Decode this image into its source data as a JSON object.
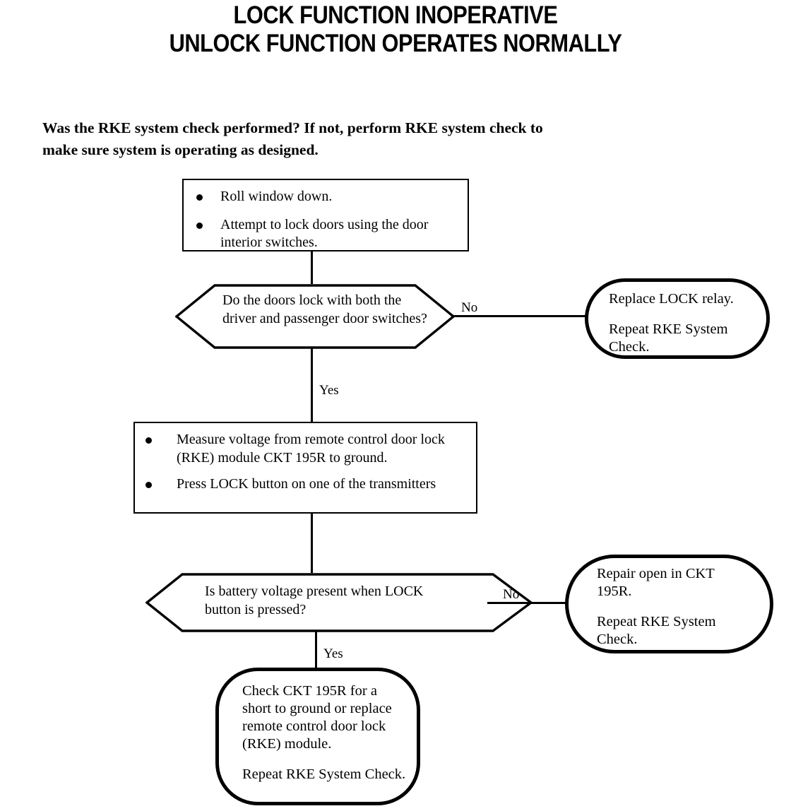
{
  "title": {
    "line1": "LOCK FUNCTION INOPERATIVE",
    "line2": "UNLOCK FUNCTION OPERATES NORMALLY"
  },
  "subtitle": "Was the RKE system check performed? If not, perform RKE system check to make sure system is operating as designed.",
  "colors": {
    "ink": "#000000",
    "paper": "#ffffff"
  },
  "chart_data": {
    "type": "flowchart",
    "title": "LOCK FUNCTION INOPERATIVE / UNLOCK FUNCTION OPERATES NORMALLY",
    "orientation": "top-down",
    "nodes": [
      {
        "id": "step1",
        "shape": "process",
        "bullets": [
          "Roll window down.",
          "Attempt to lock doors using the door interior switches."
        ]
      },
      {
        "id": "decision1",
        "shape": "hexagon",
        "text": "Do the doors lock with both the driver and passenger door switches?"
      },
      {
        "id": "terminal1",
        "shape": "terminator",
        "lines": [
          "Replace LOCK relay.",
          "Repeat RKE System Check."
        ]
      },
      {
        "id": "step2",
        "shape": "process",
        "bullets": [
          "Measure voltage from remote control door lock (RKE) module CKT 195R to ground.",
          "Press LOCK button on one of the transmitters"
        ]
      },
      {
        "id": "decision2",
        "shape": "hexagon",
        "text": "Is battery voltage present when LOCK button is pressed?"
      },
      {
        "id": "terminal2",
        "shape": "terminator",
        "lines": [
          "Repair open in CKT 195R.",
          "Repeat RKE System Check."
        ]
      },
      {
        "id": "terminal3",
        "shape": "terminator",
        "lines": [
          "Check CKT 195R for a short to ground or replace remote control door lock (RKE) module.",
          "Repeat RKE System Check."
        ]
      }
    ],
    "edges": [
      {
        "from": "step1",
        "to": "decision1",
        "label": ""
      },
      {
        "from": "decision1",
        "to": "terminal1",
        "label": "No"
      },
      {
        "from": "decision1",
        "to": "step2",
        "label": "Yes"
      },
      {
        "from": "step2",
        "to": "decision2",
        "label": ""
      },
      {
        "from": "decision2",
        "to": "terminal2",
        "label": "No"
      },
      {
        "from": "decision2",
        "to": "terminal3",
        "label": "Yes"
      }
    ]
  },
  "nodes": {
    "step1": {
      "bullet1": "Roll window down.",
      "bullet2": "Attempt to lock doors using the door interior switches."
    },
    "decision1": {
      "text": "Do the doors lock with both the driver and passenger door switches?"
    },
    "terminal1": {
      "line1": "Replace LOCK relay.",
      "line2": "Repeat RKE System Check."
    },
    "step2": {
      "bullet1": "Measure voltage from remote control door lock (RKE) module CKT 195R to ground.",
      "bullet2": "Press LOCK button on one of the transmitters"
    },
    "decision2": {
      "text": "Is battery voltage present when LOCK button is pressed?"
    },
    "terminal2": {
      "line1": "Repair open in CKT 195R.",
      "line2": "Repeat RKE System Check."
    },
    "terminal3": {
      "line1": "Check CKT 195R for a short to ground or replace remote control door lock (RKE) module.",
      "line2": "Repeat RKE System Check."
    }
  },
  "edge_labels": {
    "no1": "No",
    "yes1": "Yes",
    "no2": "No",
    "yes2": "Yes"
  }
}
